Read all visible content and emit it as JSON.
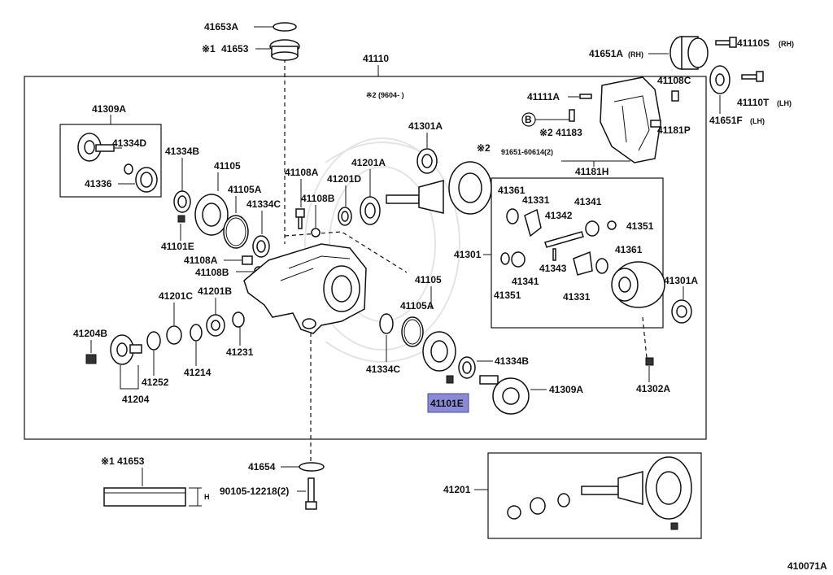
{
  "diagram_id": "410071A",
  "highlighted_part": "41101E",
  "labels": {
    "l41653A": "41653A",
    "l41653top": "41653",
    "mark1": "※1",
    "l41110": "41110",
    "note2": "※2 (9604-          )",
    "l41309Aleft": "41309A",
    "l41334D": "41334D",
    "l41336": "41336",
    "l41334Bleft": "41334B",
    "l41105top": "41105",
    "l41105Atop": "41105A",
    "l41334Ctop": "41334C",
    "l41101Etop": "41101E",
    "l41108Atop": "41108A",
    "l41108Btop": "41108B",
    "l41108Amid": "41108A",
    "l41108Bmid": "41108B",
    "l41201D": "41201D",
    "l41201Atop": "41201A",
    "l41301Atop": "41301A",
    "mark2": "※2",
    "l91651": "91651-60614(2)",
    "l41181H": "41181H",
    "l41183": "※2 41183",
    "circleB": "B",
    "l41111A": "41111A",
    "l41108C": "41108C",
    "l41181P": "41181P",
    "l41651A": "41651A",
    "rh1": "(RH)",
    "l41110S": "41110S",
    "rh2": "(RH)",
    "l41110T": "41110T",
    "lh1": "(LH)",
    "l41651F": "41651F",
    "lh2": "(LH)",
    "l41301": "41301",
    "l41361a": "41361",
    "l41331a": "41331",
    "l41342": "41342",
    "l41341a": "41341",
    "l41351a": "41351",
    "l41361b": "41361",
    "l41343": "41343",
    "l41341b": "41341",
    "l41351b": "41351",
    "l41331b": "41331",
    "l41301Aright": "41301A",
    "l41302A": "41302A",
    "l41105mid": "41105",
    "l41105Amid": "41105A",
    "l41334Cmid": "41334C",
    "l41334Bmid": "41334B",
    "l41309Aright": "41309A",
    "l41101Ehl": "41101E",
    "l41201C": "41201C",
    "l41201B": "41201B",
    "l41204B": "41204B",
    "l41231": "41231",
    "l41214": "41214",
    "l41252": "41252",
    "l41204": "41204",
    "l41653bottom": "※1 41653",
    "dimH": "H",
    "l41654": "41654",
    "l90105": "90105-12218(2)",
    "l41201bottom": "41201"
  }
}
